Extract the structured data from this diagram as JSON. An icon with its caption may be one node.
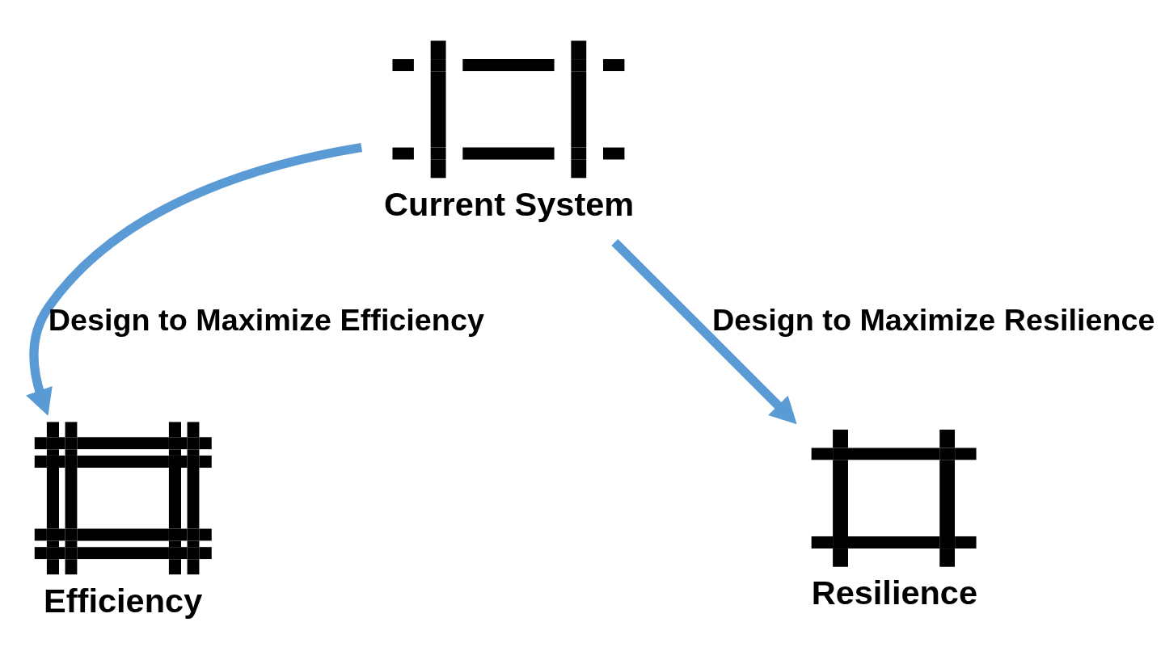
{
  "diagram": {
    "nodes": [
      {
        "text": [
          "Current System"
        ]
      },
      {
        "text": [
          "Efficiency"
        ]
      },
      {
        "text": [
          "Resilience"
        ]
      }
    ],
    "edges": [
      {
        "from": 0,
        "to": 1,
        "arrow": "to",
        "label": "Design to Maximize Efficiency"
      },
      {
        "from": 0,
        "to": 2,
        "arrow": "to",
        "label": "Design to Maximize Resilience"
      }
    ]
  }
}
